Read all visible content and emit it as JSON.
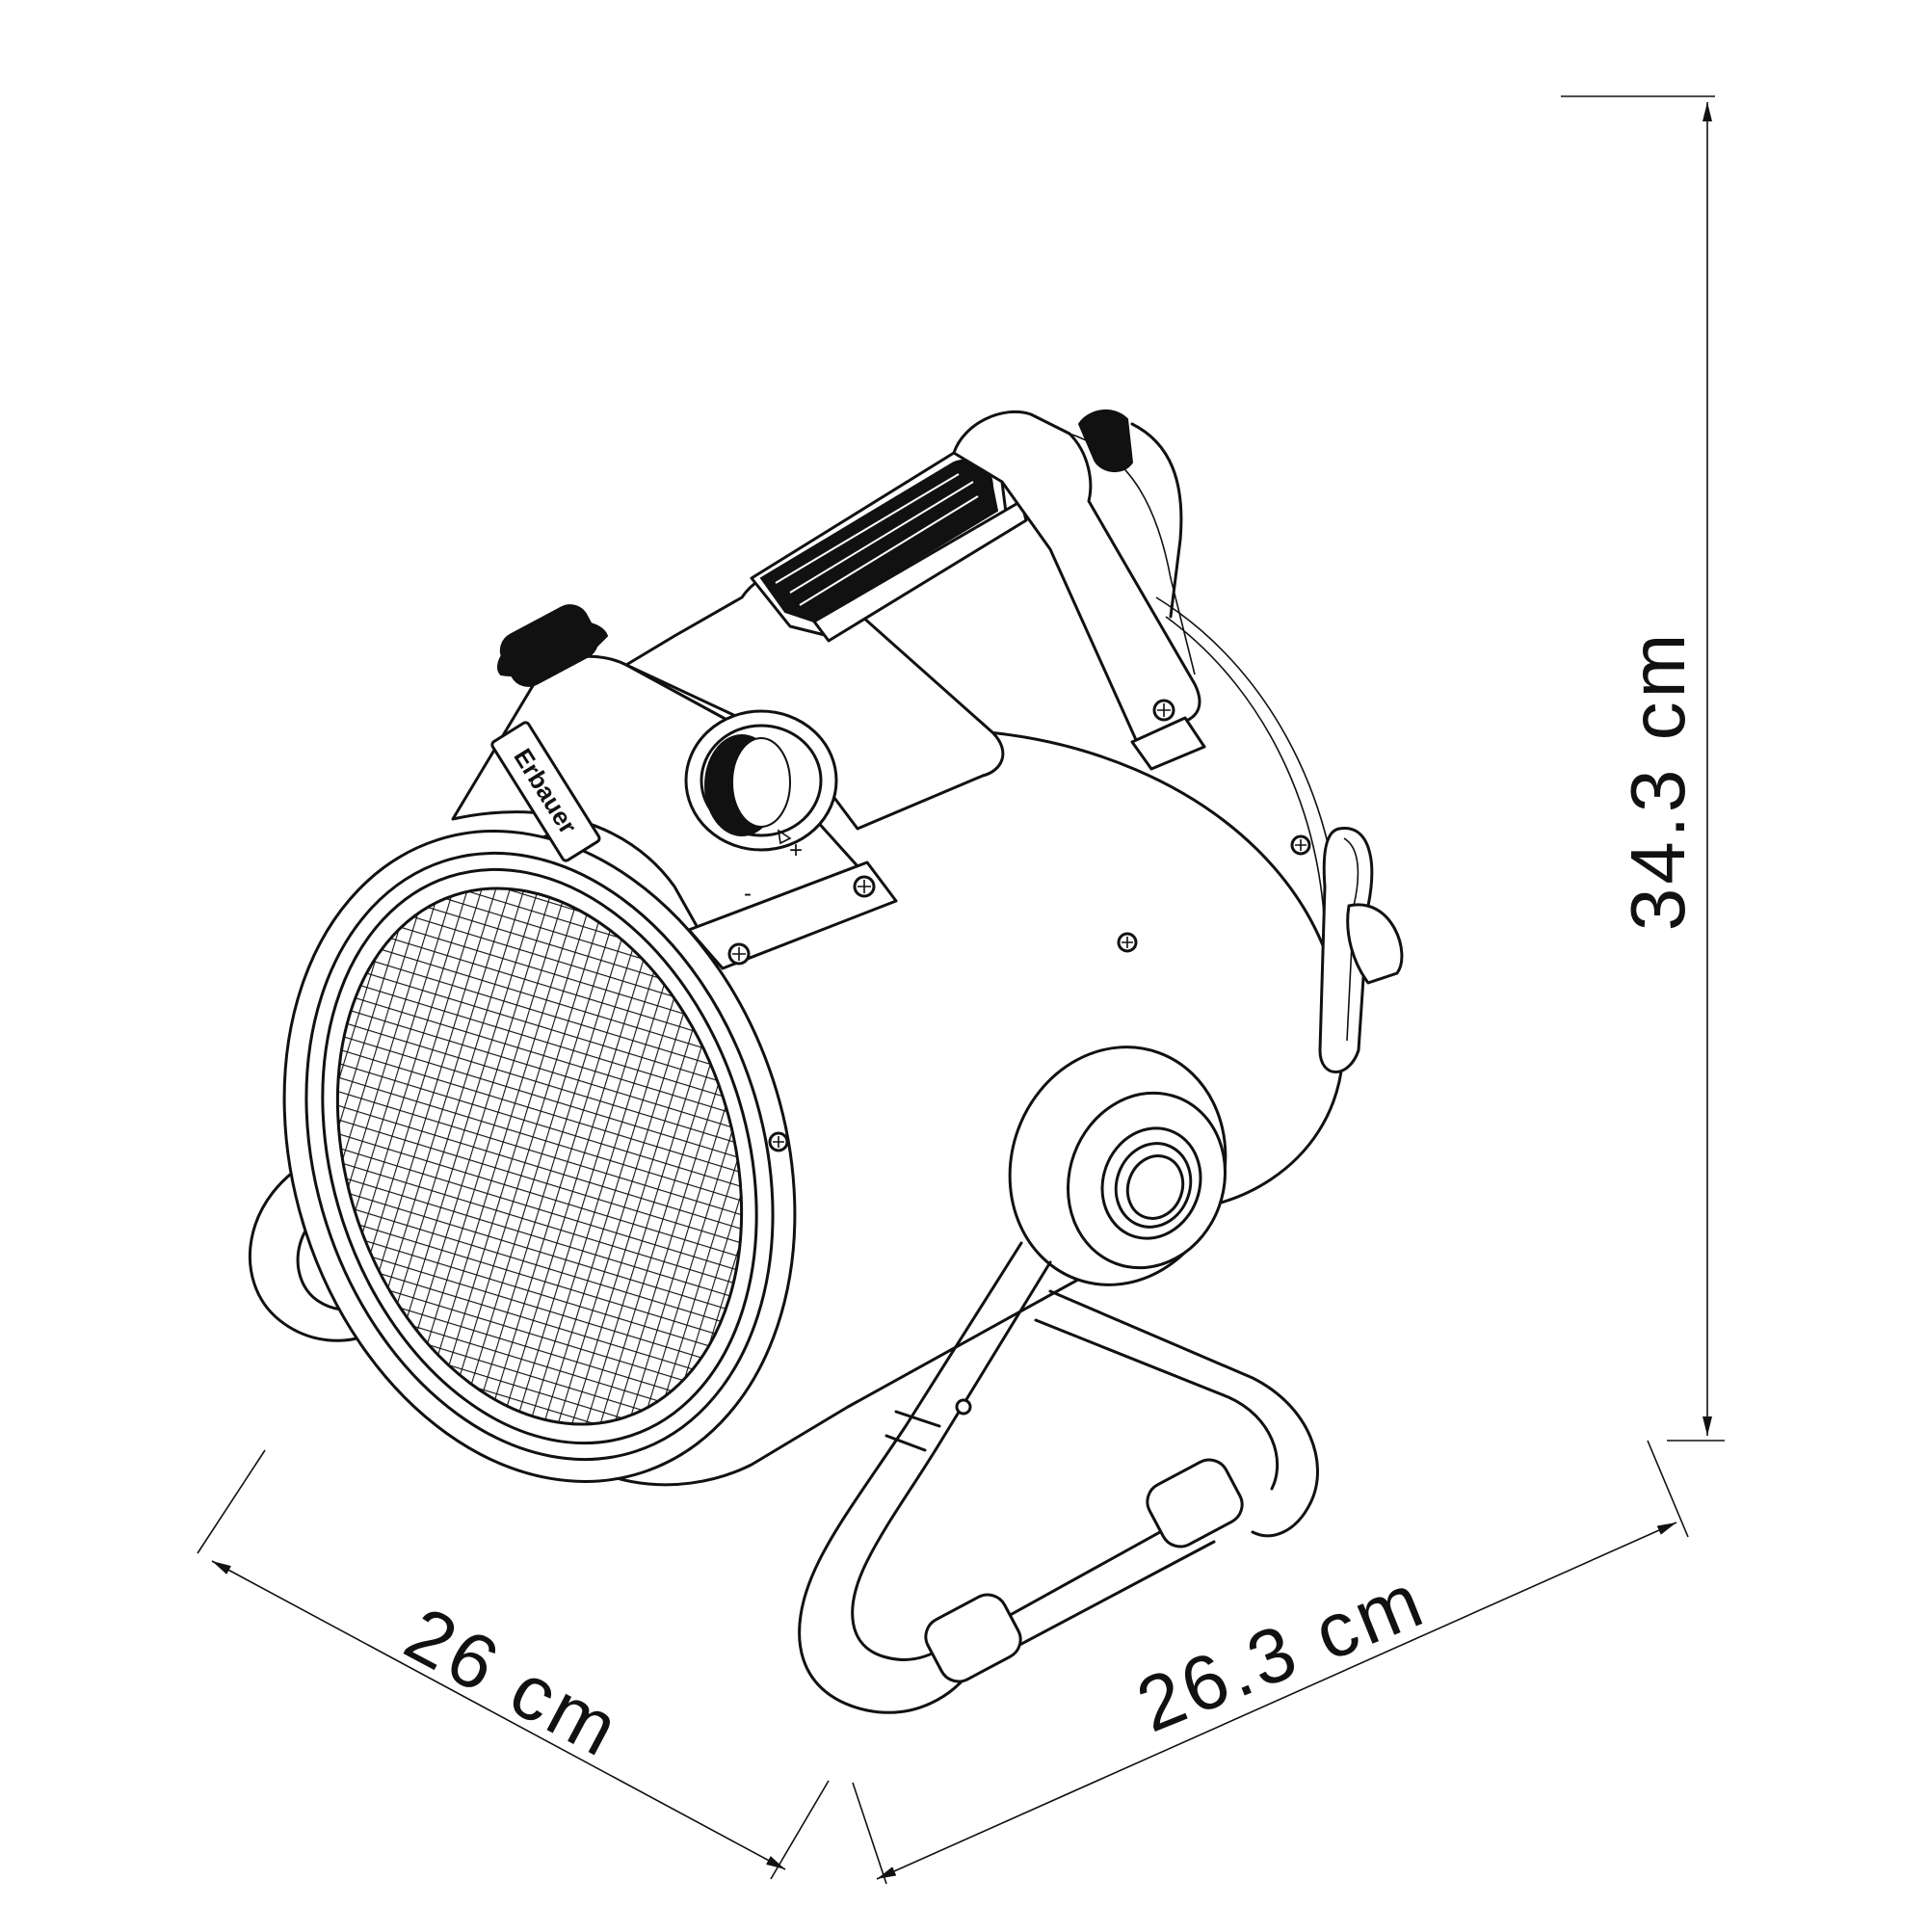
{
  "dimensions": {
    "height_label": "34.3 cm",
    "depth_label": "26 cm",
    "width_label": "26.3 cm"
  },
  "product": {
    "brand_label": "Erbauer",
    "dial_minus": "-",
    "dial_plus": "+"
  }
}
